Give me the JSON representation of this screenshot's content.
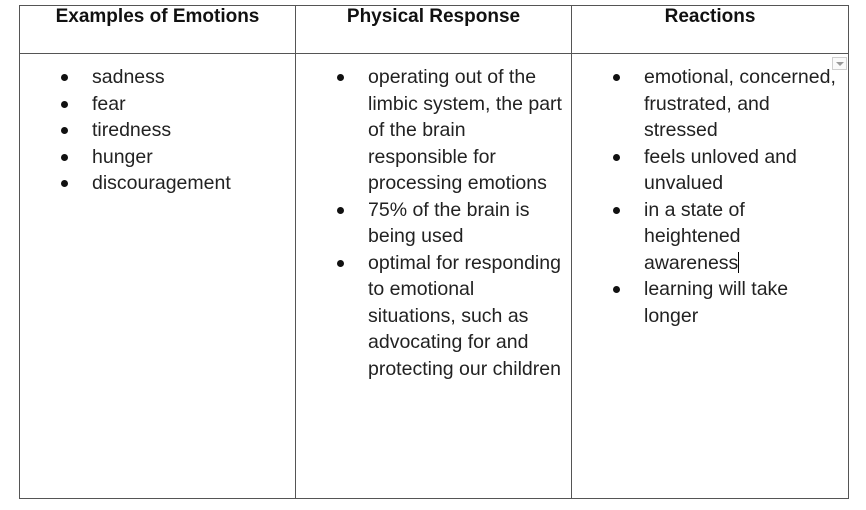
{
  "table": {
    "headers": [
      "Examples of Emotions",
      "Physical Response",
      "Reactions"
    ],
    "columns": [
      {
        "items": [
          "sadness",
          "fear",
          "tiredness",
          "hunger",
          "discouragement"
        ]
      },
      {
        "items": [
          "operating out of the limbic system, the part of the brain responsible for processing emotions",
          "75% of the brain is being used",
          "optimal for responding to emotional situations, such as advocating for and protecting our children"
        ]
      },
      {
        "items": [
          "emotional, concerned, frustrated, and stressed",
          "feels unloved and unvalued",
          "in a state of heightened awareness",
          "learning will take longer"
        ]
      }
    ]
  },
  "icons": {
    "cell_menu": "chevron-down-icon",
    "text_cursor": "text-caret"
  }
}
